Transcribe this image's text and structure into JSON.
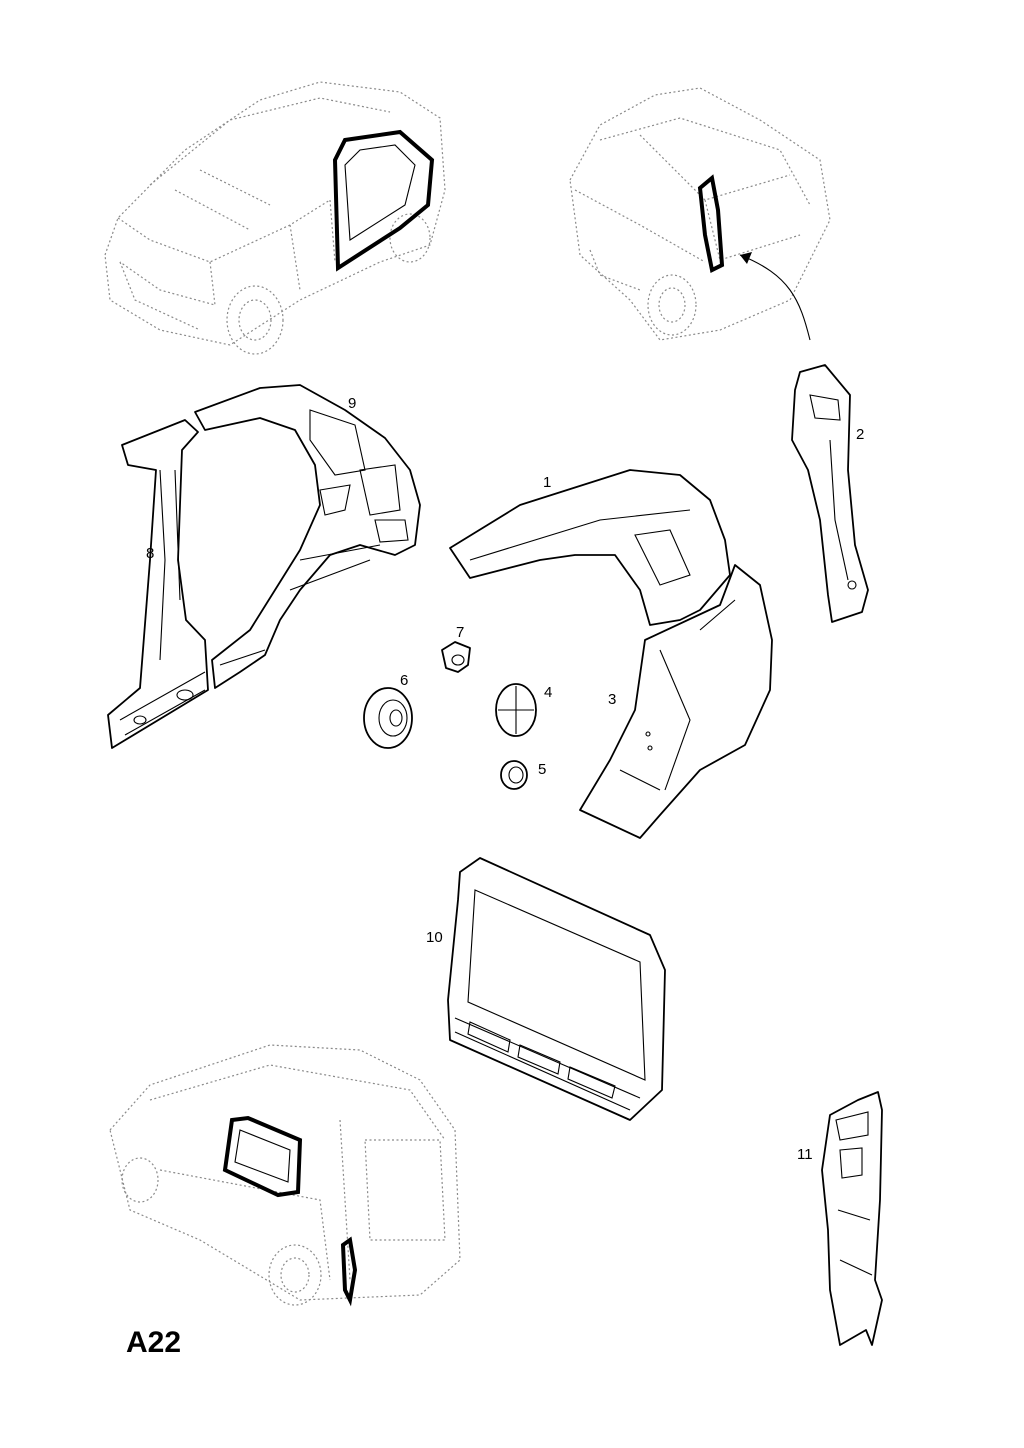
{
  "diagram_code": "A22",
  "callouts": {
    "c1": "1",
    "c2": "2",
    "c3": "3",
    "c4": "4",
    "c5": "5",
    "c6": "6",
    "c7": "7",
    "c8": "8",
    "c9": "9",
    "c10": "10",
    "c11": "11"
  }
}
